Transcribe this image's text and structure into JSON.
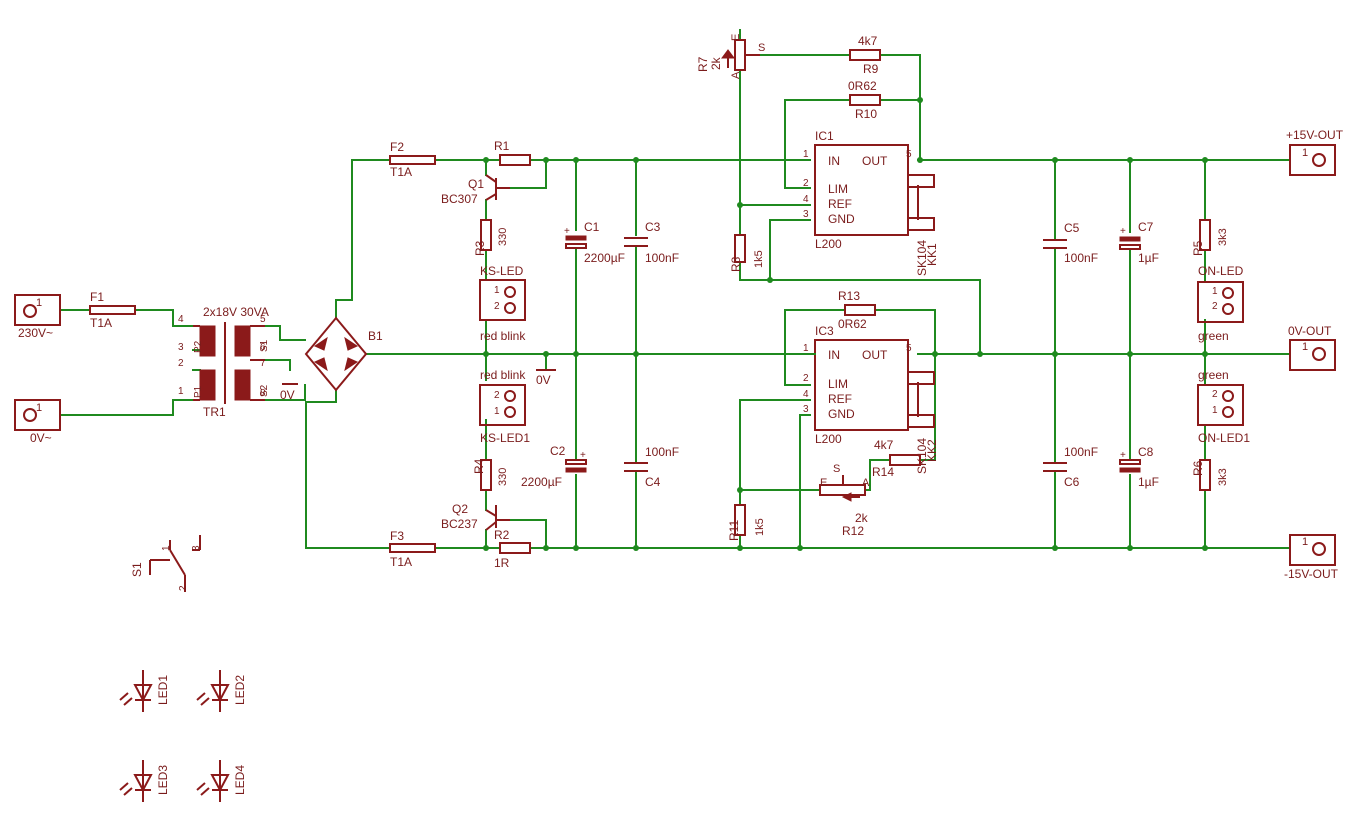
{
  "colors": {
    "wire": "#1f8a1f",
    "component": "#8b1a1a",
    "label": "#7a1c1c",
    "background": "#ffffff"
  },
  "connectors": {
    "x1": {
      "pin": "1",
      "label": "230V~"
    },
    "x2": {
      "pin": "1",
      "label": "0V~"
    },
    "out_p15": {
      "pin": "1",
      "label": "+15V-OUT"
    },
    "out_0v": {
      "pin": "1",
      "label": "0V-OUT"
    },
    "out_m15": {
      "pin": "1",
      "label": "-15V-OUT"
    }
  },
  "fuses": {
    "f1": {
      "name": "F1",
      "value": "T1A"
    },
    "f2": {
      "name": "F2",
      "value": "T1A"
    },
    "f3": {
      "name": "F3",
      "value": "T1A"
    }
  },
  "transformer": {
    "name": "TR1",
    "value": "2x18V 30VA",
    "p1": "P1",
    "p2": "P2",
    "s1": "S1",
    "s2": "S2",
    "pins": [
      "4",
      "3",
      "2",
      "1",
      "5",
      "6",
      "7",
      "8"
    ],
    "tap_label": "0V"
  },
  "bridge": {
    "name": "B1"
  },
  "transistors": {
    "q1": {
      "name": "Q1",
      "value": "BC307"
    },
    "q2": {
      "name": "Q2",
      "value": "BC237"
    }
  },
  "resistors": {
    "r1": {
      "name": "R1"
    },
    "r2": {
      "name": "R2",
      "value": "1R"
    },
    "r3": {
      "name": "R3",
      "value": "330"
    },
    "r4": {
      "name": "R4",
      "value": "330"
    },
    "r5": {
      "name": "R5",
      "value": "3k3"
    },
    "r6": {
      "name": "R6",
      "value": "3k3"
    },
    "r8": {
      "name": "R8",
      "value": "1k5"
    },
    "r9": {
      "name": "R9",
      "value": "4k7"
    },
    "r10": {
      "name": "R10",
      "value": "0R62"
    },
    "r11": {
      "name": "R11",
      "value": "1k5"
    },
    "r13": {
      "name": "R13",
      "value": "0R62"
    },
    "r14": {
      "name": "R14",
      "value": "4k7"
    }
  },
  "pots": {
    "r7": {
      "name": "R7",
      "value": "2k",
      "e": "E",
      "s": "S",
      "a": "A"
    },
    "r12": {
      "name": "R12",
      "value": "2k",
      "e": "E",
      "s": "S",
      "a": "A"
    }
  },
  "capacitors": {
    "c1": {
      "name": "C1",
      "value": "2200µF"
    },
    "c2": {
      "name": "C2",
      "value": "2200µF"
    },
    "c3": {
      "name": "C3",
      "value": "100nF"
    },
    "c4": {
      "name": "C4",
      "value": "100nF"
    },
    "c5": {
      "name": "C5",
      "value": "100nF"
    },
    "c6": {
      "name": "C6",
      "value": "100nF"
    },
    "c7": {
      "name": "C7",
      "value": "1µF"
    },
    "c8": {
      "name": "C8",
      "value": "1µF"
    }
  },
  "ics": {
    "ic1": {
      "name": "IC1",
      "value": "L200",
      "in": "IN",
      "out": "OUT",
      "lim": "LIM",
      "ref": "REF",
      "gnd": "GND",
      "pins": [
        "1",
        "5",
        "2",
        "4",
        "3"
      ]
    },
    "ic3": {
      "name": "IC3",
      "value": "L200",
      "in": "IN",
      "out": "OUT",
      "lim": "LIM",
      "ref": "REF",
      "gnd": "GND",
      "pins": [
        "1",
        "5",
        "2",
        "4",
        "3"
      ]
    }
  },
  "heatsinks": {
    "kk1": {
      "name": "KK1",
      "value": "SK104"
    },
    "kk2": {
      "name": "KK2",
      "value": "SK104"
    }
  },
  "led_headers": {
    "ks_led": {
      "name": "KS-LED",
      "value": "red blink",
      "pins": [
        "1",
        "2"
      ]
    },
    "ks_led1": {
      "name": "KS-LED1",
      "value": "red blink",
      "pins": [
        "2",
        "1"
      ]
    },
    "on_led": {
      "name": "ON-LED",
      "value": "green",
      "pins": [
        "1",
        "2"
      ]
    },
    "on_led1": {
      "name": "ON-LED1",
      "value": "green",
      "pins": [
        "2",
        "1"
      ]
    }
  },
  "ground_label": "0V",
  "switch": {
    "name": "S1",
    "pins": [
      "1",
      "2",
      "3"
    ]
  },
  "leds": [
    "LED1",
    "LED2",
    "LED3",
    "LED4"
  ]
}
